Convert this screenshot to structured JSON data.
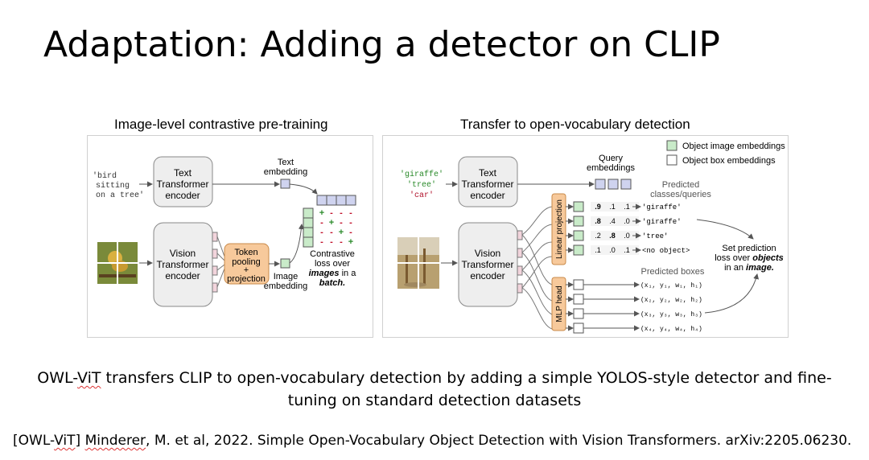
{
  "slide": {
    "title": "Adaptation: Adding a detector on CLIP",
    "caption_part1": "OWL-",
    "caption_squig": "ViT",
    "caption_part2": " transfers CLIP to open-vocabulary detection by adding a simple YOLOS-style detector and fine-tuning on standard detection datasets",
    "citation_a": "[OWL-",
    "citation_squig1": "ViT",
    "citation_b": "] ",
    "citation_squig2": "Minderer",
    "citation_c": ", M. et al, 2022. Simple Open-Vocabulary Object Detection with Vision Transformers. arXiv:2205.06230."
  },
  "left_panel": {
    "title": "Image-level contrastive pre-training",
    "input_text": [
      "'bird",
      "sitting",
      "on a tree'"
    ],
    "text_encoder": [
      "Text",
      "Transformer",
      "encoder"
    ],
    "vision_encoder": [
      "Vision",
      "Transformer",
      "encoder"
    ],
    "token_pooling": [
      "Token",
      "pooling",
      "+",
      "projection"
    ],
    "text_embedding": [
      "Text",
      "embedding"
    ],
    "image_embedding": [
      "Image",
      "embedding"
    ],
    "contrastive": [
      "Contrastive",
      "loss over",
      "images",
      "in a",
      "batch."
    ],
    "matrix_signs": [
      [
        "+",
        "-",
        "-",
        "-"
      ],
      [
        "-",
        "+",
        "-",
        "-"
      ],
      [
        "-",
        "-",
        "+",
        "-"
      ],
      [
        "-",
        "-",
        "-",
        "+"
      ]
    ]
  },
  "right_panel": {
    "title": "Transfer to open-vocabulary detection",
    "legend": [
      "Object image embeddings",
      "Object box embeddings"
    ],
    "queries": [
      "'giraffe'",
      "'tree'",
      "'car'"
    ],
    "text_encoder": [
      "Text",
      "Transformer",
      "encoder"
    ],
    "vision_encoder": [
      "Vision",
      "Transformer",
      "encoder"
    ],
    "query_embeddings": [
      "Query",
      "embeddings"
    ],
    "predicted_classes": [
      "Predicted",
      "classes/queries"
    ],
    "linear_projection": "Linear projection",
    "mlp_head": "MLP head",
    "score_rows": [
      {
        "scores": [
          ".9",
          ".1",
          ".1"
        ],
        "label": "'giraffe'"
      },
      {
        "scores": [
          ".8",
          ".4",
          ".0"
        ],
        "label": "'giraffe'"
      },
      {
        "scores": [
          ".2",
          ".8",
          ".0"
        ],
        "label": "'tree'"
      },
      {
        "scores": [
          ".1",
          ".0",
          ".1"
        ],
        "label": "<no object>"
      }
    ],
    "predicted_boxes": "Predicted boxes",
    "box_rows": [
      "(x₁, y₁, w₁, h₁)",
      "(x₂, y₂, w₂, h₂)",
      "(x₃, y₃, w₃, h₃)",
      "(x₄, y₄, w₄, h₄)"
    ],
    "set_prediction": [
      "Set prediction",
      "loss over",
      "objects",
      "in an",
      "image."
    ]
  },
  "colors": {
    "box_fill": "#eeeeee",
    "box_stroke": "#888888",
    "token_fill": "#f7c99b",
    "token_stroke": "#c98a4a",
    "embed_fill": "#cfd3ef",
    "obj_fill": "#c9ebc9",
    "patch_fill": "#f2d4dc",
    "query_red": "#b0102a",
    "query_green": "#2a8a2a",
    "plus_green": "#2a8a2a",
    "minus_red": "#c0102a"
  }
}
